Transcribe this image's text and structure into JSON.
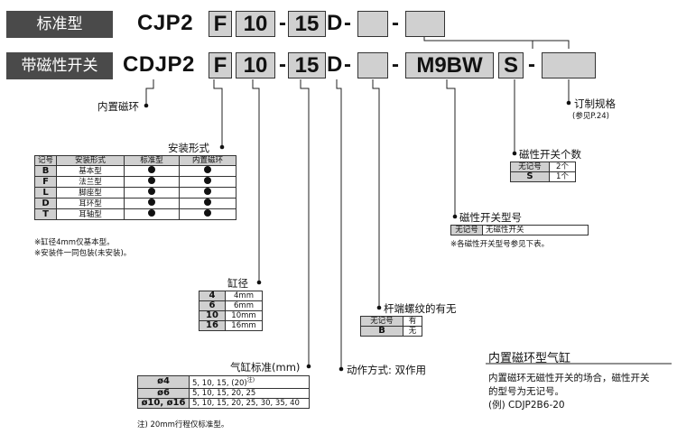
{
  "row1": {
    "tag": "标准型",
    "model": "CJP2",
    "mount": "F",
    "bore": "10",
    "stroke": "15",
    "action": "D"
  },
  "row2": {
    "tag": "带磁性开关",
    "model": "CDJP2",
    "mount": "F",
    "bore": "10",
    "stroke": "15",
    "action": "D",
    "switch": "M9BW",
    "qty": "S"
  },
  "labels": {
    "magnet": "内置磁环",
    "mounting": "安装形式",
    "bore": "缸径",
    "stroke": "气缸标准(mm)",
    "action": "动作方式: 双作用",
    "rod_thread": "杆端螺纹的有无",
    "switch_model": "磁性开关型号",
    "switch_qty": "磁性开关个数",
    "order_spec": "订制规格",
    "order_spec_ref": "(参见P.24)"
  },
  "mount_table": {
    "headers": [
      "记号",
      "安装形式",
      "标准型",
      "内置磁环"
    ],
    "rows": [
      {
        "key": "B",
        "name": "基本型"
      },
      {
        "key": "F",
        "name": "法兰型"
      },
      {
        "key": "L",
        "name": "脚座型"
      },
      {
        "key": "D",
        "name": "耳环型"
      },
      {
        "key": "T",
        "name": "耳轴型"
      }
    ],
    "notes": [
      "※缸径4mm仅基本型。",
      "※安装件一同包装(未安装)。"
    ]
  },
  "bore_table": [
    {
      "key": "4",
      "val": "4mm"
    },
    {
      "key": "6",
      "val": "6mm"
    },
    {
      "key": "10",
      "val": "10mm"
    },
    {
      "key": "16",
      "val": "16mm"
    }
  ],
  "stroke_table": {
    "rows": [
      {
        "key": "ø4",
        "val": "5, 10, 15, (20)",
        "sup": "注)"
      },
      {
        "key": "ø6",
        "val": "5, 10, 15, 20, 25",
        "sup": ""
      },
      {
        "key": "ø10, ø16",
        "val": "5, 10, 15, 20, 25, 30, 35, 40",
        "sup": ""
      }
    ],
    "note": "注) 20mm行程仅标准型。"
  },
  "rod_table": [
    {
      "key": "无记号",
      "val": "有"
    },
    {
      "key": "B",
      "val": "无"
    }
  ],
  "switch_table": {
    "rows": [
      {
        "key": "无记号",
        "val": "无磁性开关"
      }
    ],
    "note": "※各磁性开关型号参见下表。"
  },
  "qty_table": [
    {
      "key": "无记号",
      "val": "2个"
    },
    {
      "key": "S",
      "val": "1个"
    }
  ],
  "info": {
    "title": "内置磁环型气缸",
    "line1": "内置磁环无磁性开关的场合，磁性开关",
    "line2": "的型号为无记号。",
    "example": "(例) CDJP2B6-20"
  }
}
